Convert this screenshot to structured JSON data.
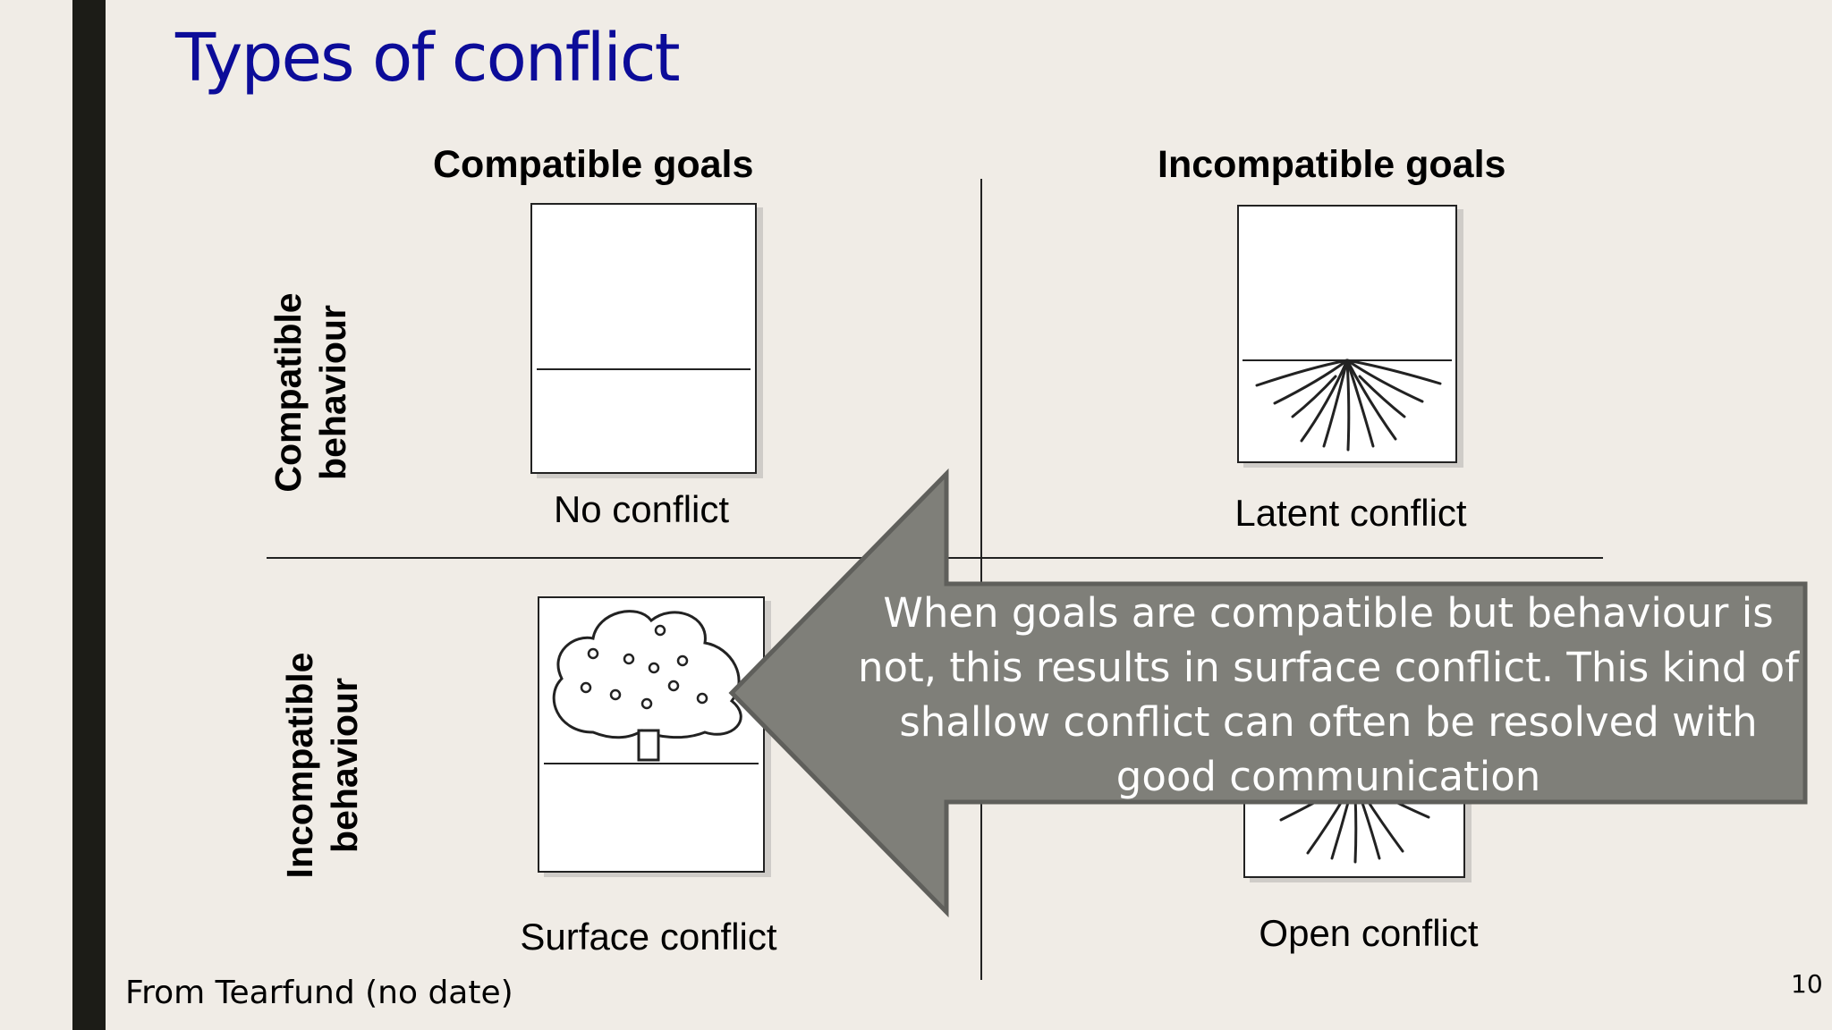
{
  "slide": {
    "title": "Types of conflict",
    "columns": {
      "compatible_goals": "Compatible goals",
      "incompatible_goals": "Incompatible goals"
    },
    "rows": {
      "compatible_behaviour": [
        "Compatible",
        "behaviour"
      ],
      "incompatible_behaviour": [
        "Incompatible",
        "behaviour"
      ]
    },
    "quadrants": {
      "no_conflict": "No conflict",
      "latent_conflict": "Latent conflict",
      "surface_conflict": "Surface conflict",
      "open_conflict": "Open conflict"
    },
    "callout": "When goals are compatible but behaviour is not, this results in surface conflict. This kind of shallow conflict can often be resolved with good communication",
    "source": "From Tearfund (no date)",
    "page_number": "10"
  },
  "colors": {
    "title": "#0c0c99",
    "accent_bar": "#1c1c17",
    "background": "#f0ece6",
    "callout_fill": "#7f7f79",
    "callout_border": "#5f5f5b"
  }
}
